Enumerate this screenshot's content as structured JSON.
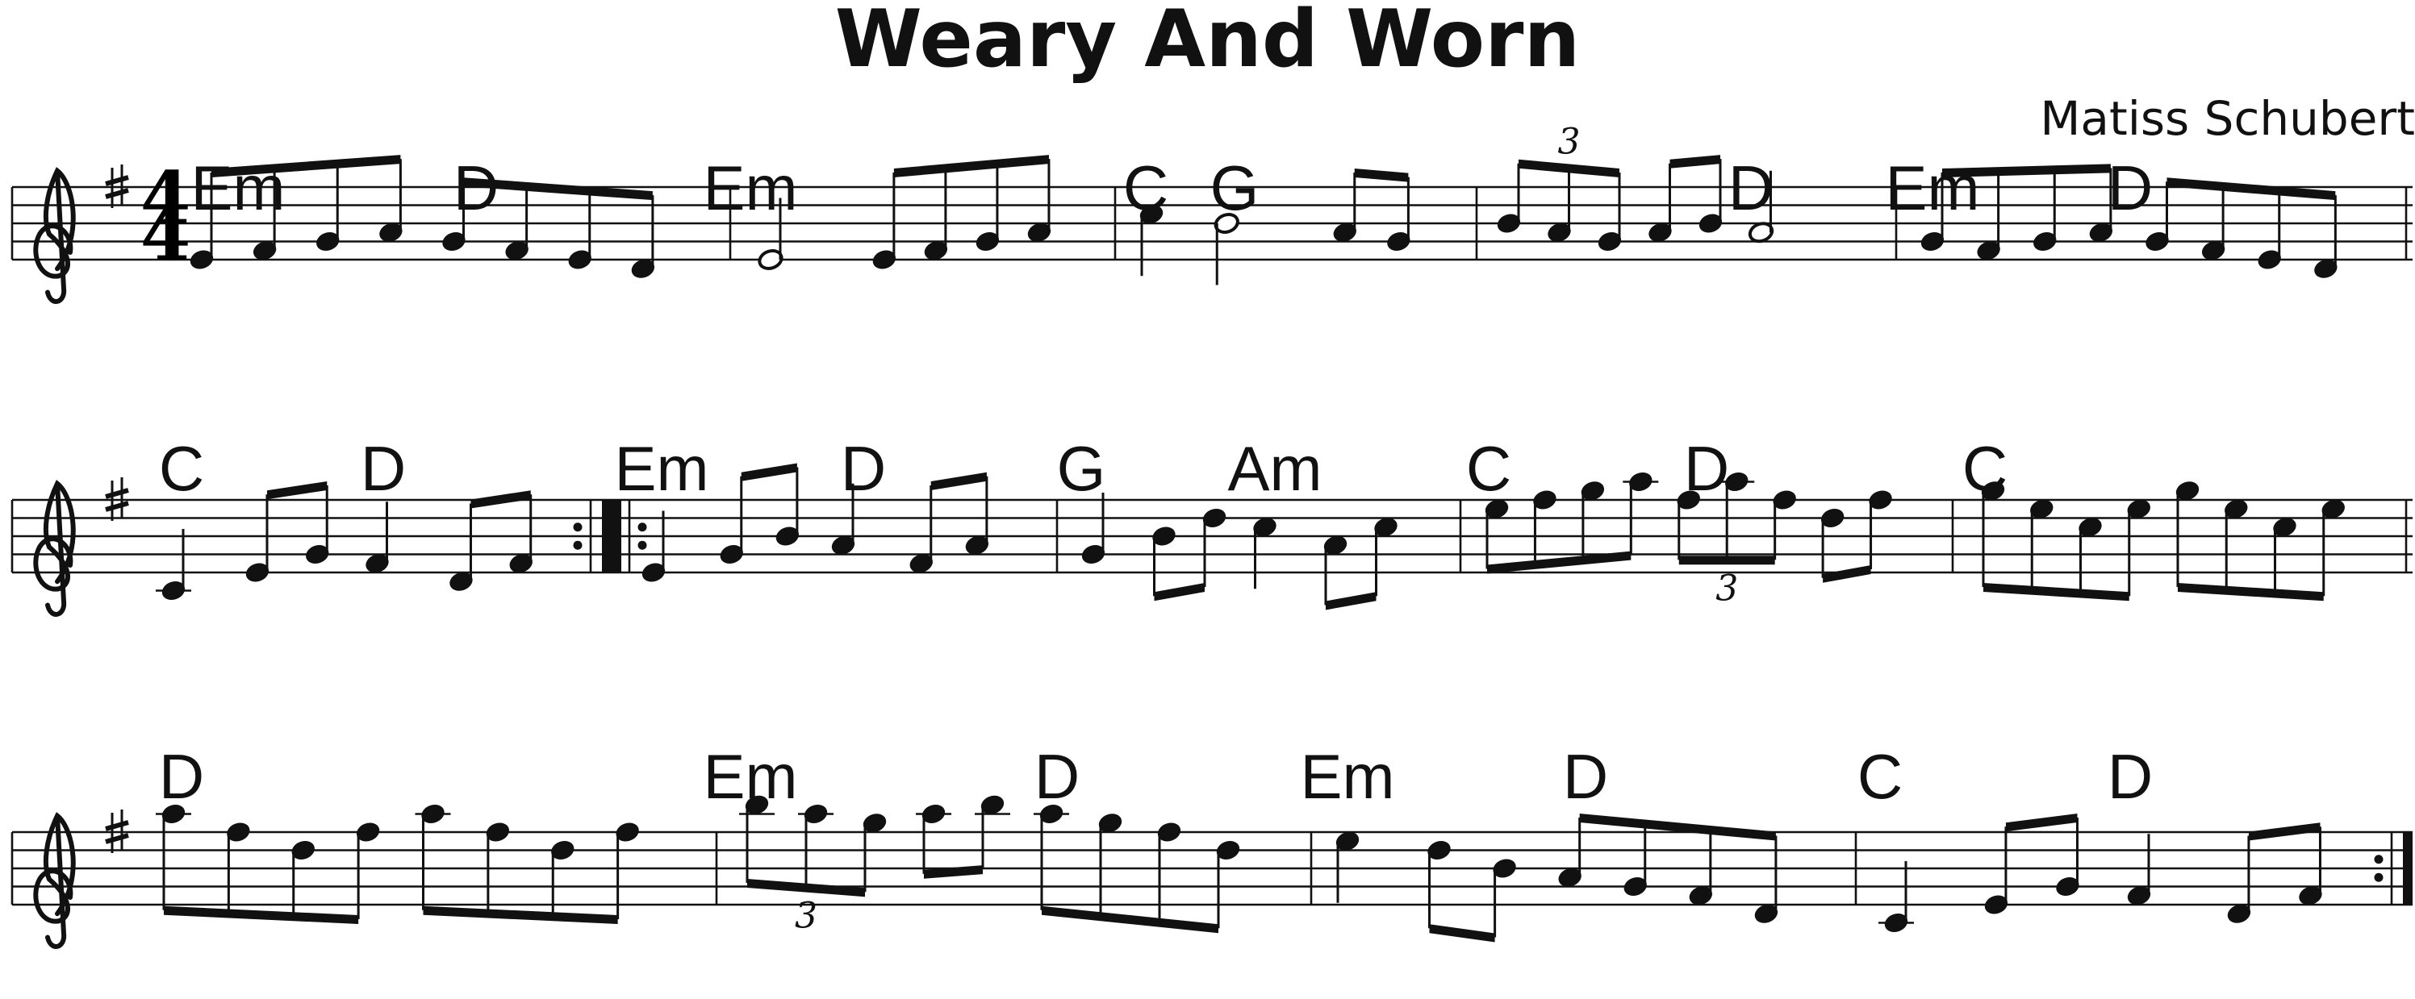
{
  "title": "Weary And Worn",
  "composer": "Matiss Schubert",
  "key_signature": "G major (one sharp)",
  "time_signature": {
    "top": "4",
    "bottom": "4"
  },
  "tuplet_label": "3",
  "systems": [
    {
      "chords": [
        "Em",
        "D",
        "Em",
        "C",
        "G",
        "D",
        "Em",
        "D"
      ],
      "measures": [
        {
          "notes": [
            "E4",
            "F4",
            "G4",
            "A4",
            "G4",
            "F4",
            "E4",
            "D4"
          ],
          "durations": [
            "8",
            "8",
            "8",
            "8",
            "8",
            "8",
            "8",
            "8"
          ]
        },
        {
          "notes": [
            "E4",
            "E4",
            "F4",
            "G4",
            "A4"
          ],
          "durations": [
            "2",
            "8",
            "8",
            "8",
            "8"
          ]
        },
        {
          "notes": [
            "C5",
            "B4",
            "A4",
            "G4"
          ],
          "durations": [
            "4",
            "2",
            "8",
            "8"
          ]
        },
        {
          "notes": [
            "B4",
            "A4",
            "G4",
            "A4",
            "B4",
            "A4"
          ],
          "durations": [
            "8t",
            "8t",
            "8t",
            "8",
            "8",
            "2"
          ]
        },
        {
          "notes": [
            "G4",
            "F4",
            "G4",
            "A4",
            "G4",
            "F4",
            "E4",
            "D4"
          ],
          "durations": [
            "8",
            "8",
            "8",
            "8",
            "8",
            "8",
            "8",
            "8"
          ]
        }
      ]
    },
    {
      "chords": [
        "C",
        "D",
        "Em",
        "D",
        "G",
        "Am",
        "C",
        "D",
        "C"
      ],
      "measures": [
        {
          "notes": [
            "C4",
            "E4",
            "G4",
            "F4",
            "D4",
            "F4"
          ],
          "durations": [
            "4",
            "8",
            "8",
            "4",
            "8",
            "8"
          ],
          "repeat_end": true
        },
        {
          "notes": [
            "E4",
            "G4",
            "B4",
            "A4",
            "F4",
            "A4"
          ],
          "durations": [
            "4",
            "8",
            "8",
            "4",
            "8",
            "8"
          ],
          "repeat_start": true
        },
        {
          "notes": [
            "G4",
            "B4",
            "D5",
            "C5",
            "A4",
            "C5"
          ],
          "durations": [
            "4",
            "8",
            "8",
            "4",
            "8",
            "8"
          ]
        },
        {
          "notes": [
            "E5",
            "F5",
            "G5",
            "A5",
            "F5",
            "A5",
            "F5",
            "D5",
            "F5"
          ],
          "durations": [
            "8",
            "8",
            "8",
            "8",
            "8t",
            "8t",
            "8t",
            "8",
            "8"
          ]
        },
        {
          "notes": [
            "G5",
            "E5",
            "C5",
            "E5",
            "G5",
            "E5",
            "C5",
            "E5"
          ],
          "durations": [
            "8",
            "8",
            "8",
            "8",
            "8",
            "8",
            "8",
            "8"
          ]
        }
      ]
    },
    {
      "chords": [
        "D",
        "Em",
        "D",
        "Em",
        "D",
        "C",
        "D"
      ],
      "measures": [
        {
          "notes": [
            "A5",
            "F5",
            "D5",
            "F5",
            "A5",
            "F5",
            "D5",
            "F5"
          ],
          "durations": [
            "8",
            "8",
            "8",
            "8",
            "8",
            "8",
            "8",
            "8"
          ]
        },
        {
          "notes": [
            "B5",
            "A5",
            "G5",
            "A5",
            "B5",
            "A5",
            "G5",
            "F5",
            "D5"
          ],
          "durations": [
            "8t",
            "8t",
            "8t",
            "8",
            "8",
            "8",
            "8",
            "8",
            "8"
          ]
        },
        {
          "notes": [
            "E5",
            "D5",
            "B4",
            "A4",
            "G4",
            "F4",
            "D4"
          ],
          "durations": [
            "4",
            "8",
            "8",
            "8",
            "8",
            "8",
            "8"
          ]
        },
        {
          "notes": [
            "C4",
            "E4",
            "G4",
            "F4",
            "D4",
            "F4"
          ],
          "durations": [
            "4",
            "8",
            "8",
            "4",
            "8",
            "8"
          ],
          "repeat_end": true,
          "final": true
        }
      ]
    }
  ]
}
